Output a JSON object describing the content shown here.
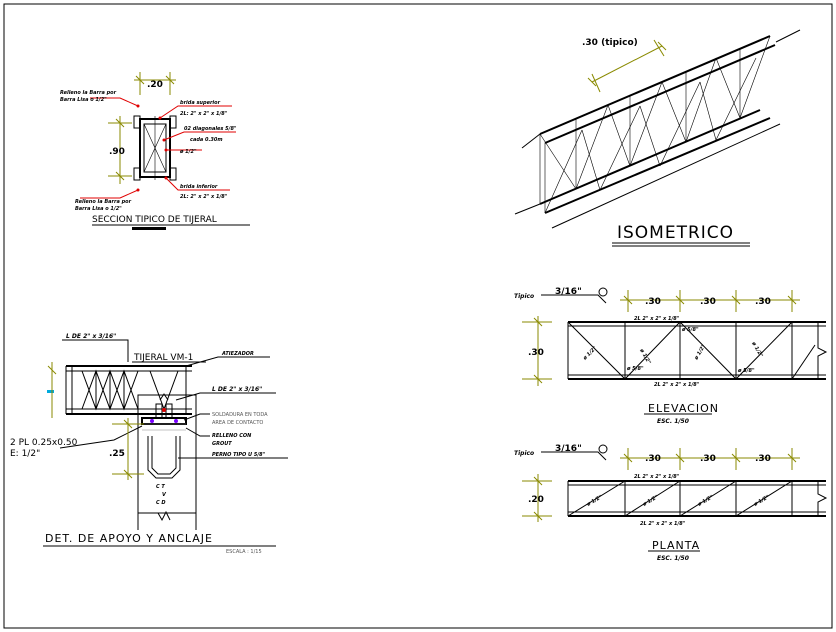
{
  "section": {
    "title": "SECCION TIPICO DE TIJERAL",
    "dim_width": ".20",
    "dim_height": ".90",
    "label_top_left": [
      "Relleno la Barra por",
      "Barra Lisa o 1/2\""
    ],
    "label_top_right": [
      "brida superior",
      "2L: 2\" x 2\" x 1/8\""
    ],
    "label_diag": [
      "02 diagonales 5/8\"",
      "cada 0.30m"
    ],
    "label_bar": "ø 1/2\"",
    "label_bot_right": [
      "brida inferior",
      "2L: 2\" x 2\" x 1/8\""
    ],
    "label_bot_left": [
      "Relleno la Barra por",
      "Barra Lisa o 1/2\""
    ]
  },
  "iso": {
    "title": "ISOMETRICO",
    "dim": ".30 (tipico)"
  },
  "elevation": {
    "title": "ELEVACION",
    "scale": "ESC. 1/50",
    "tipico": "Tipico",
    "weld": "3/16\"",
    "spacing": [
      ".30",
      ".30",
      ".30"
    ],
    "height": ".30",
    "top_chord": "2L  2\" x 2\" x 1/8\"",
    "bot_chord": "2L  2\" x 2\" x 1/8\"",
    "diag": [
      "ø 1/2\"",
      "ø 1/2\"",
      "ø 1/2\"",
      "ø 1/2\""
    ],
    "vert": [
      "ø 5/8\"",
      "ø 5/8\"",
      "ø 5/8\""
    ]
  },
  "plan": {
    "title": "PLANTA",
    "scale": "ESC. 1/50",
    "tipico": "Tipico",
    "weld": "3/16\"",
    "spacing": [
      ".30",
      ".30",
      ".30"
    ],
    "width": ".20",
    "top_chord": "2L  2\" x 2\" x 1/8\"",
    "bot_chord": "2L  2\" x 2\" x 1/8\"",
    "diag": [
      "ø 1/2\"",
      "ø 1/2\"",
      "ø 1/2\"",
      "ø 1/2\""
    ]
  },
  "support": {
    "title": "DET. DE APOYO Y ANCLAJE",
    "scale": "ESCALA : 1/15",
    "l_top": "L DE  2\" x 3/16\"",
    "truss": "TIJERAL VM-1",
    "atiezador": "ATIEZADOR",
    "l_right": "L DE  2\" x 3/16\"",
    "soldadura": [
      "SOLDADURA EN TODA",
      "AREA DE CONTACTO"
    ],
    "relleno": [
      "RELLENO CON",
      "GROUT"
    ],
    "perno": "PERNO TIPO U 5/8\"",
    "plate": "2 PL 0.25x0.50",
    "thickness": "E: 1/2\"",
    "dim": ".25",
    "col_text": [
      "C T",
      "V",
      "C D"
    ]
  }
}
